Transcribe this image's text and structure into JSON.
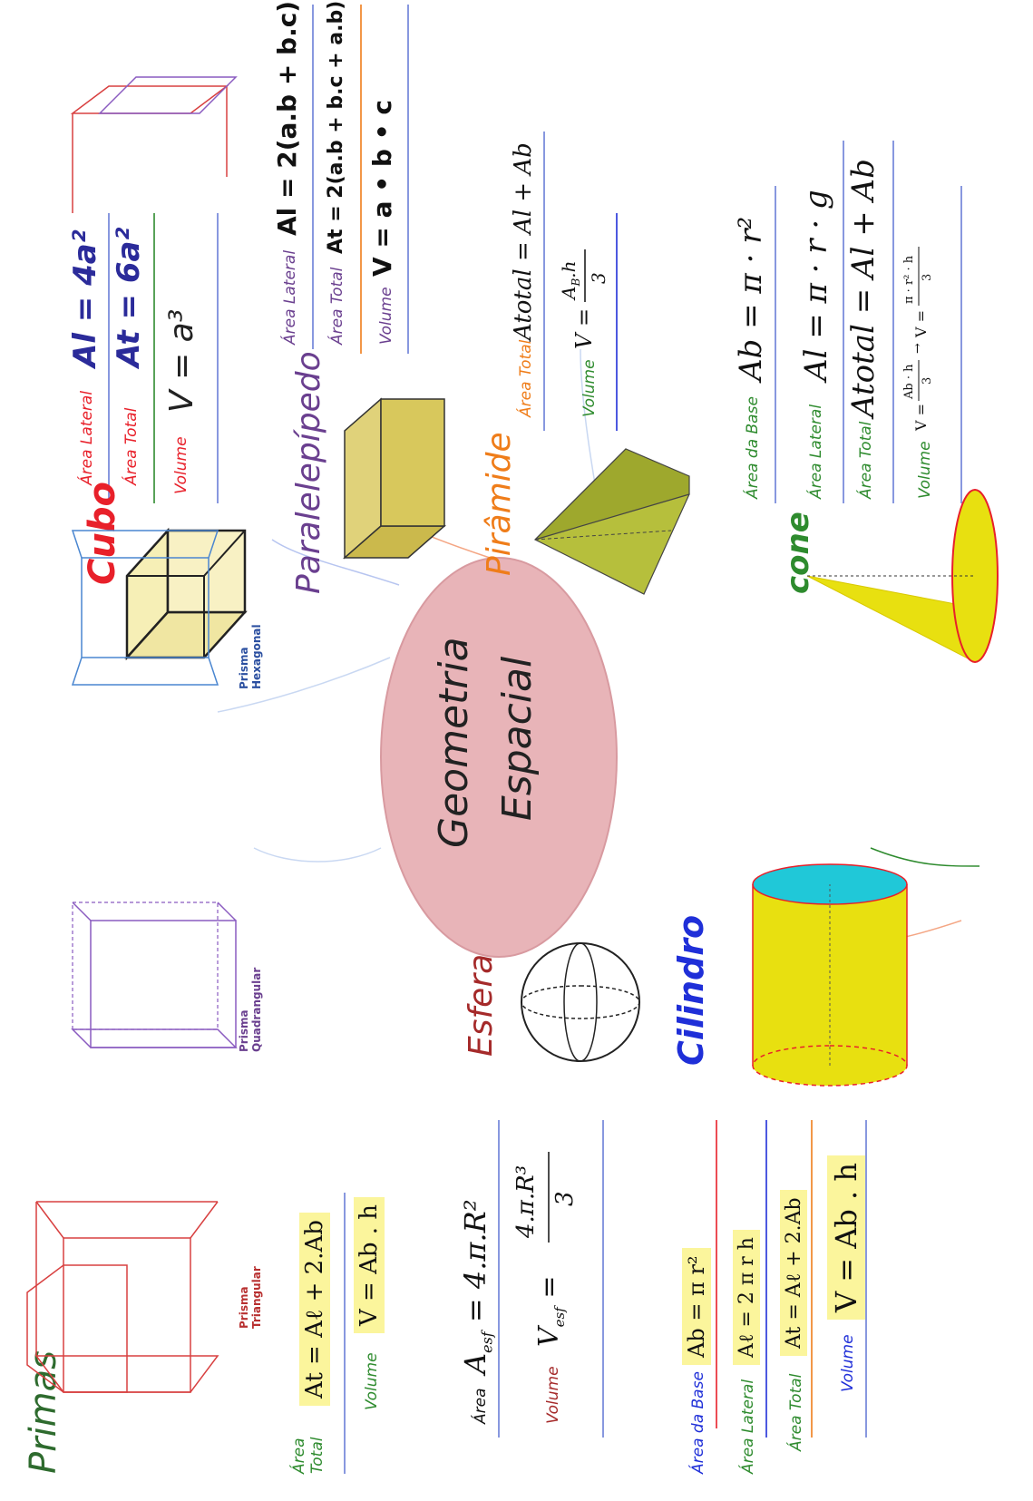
{
  "center": {
    "line1": "Geometria",
    "line2": "Espacial"
  },
  "cubo": {
    "title": "Cubo",
    "lateral_label": "Área Lateral",
    "lateral_formula": "Al = 4a²",
    "total_label": "Área Total",
    "total_formula": "At = 6a²",
    "volume_label": "Volume",
    "volume_formula": "V = a³"
  },
  "paralelepipedo": {
    "title": "Paralelepípedo",
    "lateral_label": "Área Lateral",
    "lateral_formula": "Al = 2(a.b + b.c)",
    "total_label": "Área Total",
    "total_formula": "At = 2(a.b + b.c + a.b)",
    "volume_label": "Volume",
    "volume_formula": "V = a • b • c"
  },
  "piramide": {
    "title": "Pirâmide",
    "total_label": "Área Total",
    "total_formula": "Atotal = Al + Ab",
    "volume_label": "Volume",
    "volume_lhs": "V =",
    "volume_num": "A",
    "volume_num_sub": "B",
    "volume_num_rest": ".h",
    "volume_den": "3"
  },
  "cone": {
    "title": "cone",
    "base_label": "Área da Base",
    "base_formula": "Ab = π · r²",
    "lateral_label": "Área Lateral",
    "lateral_formula": "Al = π · r · g",
    "total_label": "Área Total",
    "total_formula": "Atotal = Al + Ab",
    "volume_label": "Volume",
    "volume_lhs": "V =",
    "volume_num1": "Ab · h",
    "volume_den1": "3",
    "volume_arrow": "→",
    "volume_lhs2": "V =",
    "volume_num2": "π · r² · h",
    "volume_den2": "3"
  },
  "primas": {
    "title": "Primas",
    "prism1": [
      "Prisma",
      "Triangular"
    ],
    "prism2": [
      "Prisma",
      "Quadrangular"
    ],
    "prism3": [
      "Prisma",
      "Hexagonal"
    ],
    "total_label": [
      "Área",
      "Total"
    ],
    "total_formula": "At = Aℓ + 2.Ab",
    "volume_label": "Volume",
    "volume_formula": "V = Ab . h"
  },
  "esfera": {
    "title": "Esfera",
    "area_label": "Área",
    "area_lhs": "A",
    "area_sub": "esf",
    "area_rhs": "= 4.π.R²",
    "volume_label": "Volume",
    "volume_lhs": "V",
    "volume_sub": "esf",
    "volume_eq": "=",
    "volume_num": "4.π.R³",
    "volume_den": "3"
  },
  "cilindro": {
    "title": "Cilindro",
    "base_label": "Área da Base",
    "base_formula": "Ab = π r²",
    "lateral_label": "Área Lateral",
    "lateral_formula": "Aℓ = 2 π r h",
    "total_label": "Área Total",
    "total_formula": "At = Aℓ + 2.Ab",
    "volume_label": "Volume",
    "volume_formula": "V = Ab . h"
  },
  "colors": {
    "cubo": "#e8202a",
    "paralelepipedo": "#6a3f8f",
    "piramide": "#ef7d1a",
    "cone": "#2e8b2e",
    "primas": "#2e6b2e",
    "esfera": "#a52a2a",
    "cilindro": "#1f2fd8",
    "center_fill": "#e8b4b8",
    "highlight": "#fbf59c"
  }
}
